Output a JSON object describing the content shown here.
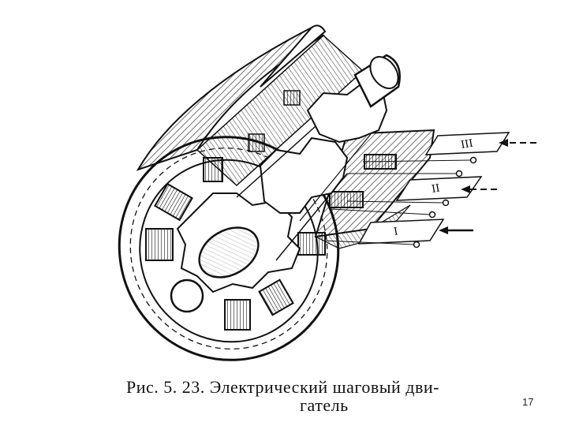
{
  "caption": {
    "line1": "Рис. 5. 23. Электрический шаговый дви-",
    "line2": "гатель"
  },
  "page_number": "17",
  "phase_labels": [
    "III",
    "II",
    "I"
  ]
}
